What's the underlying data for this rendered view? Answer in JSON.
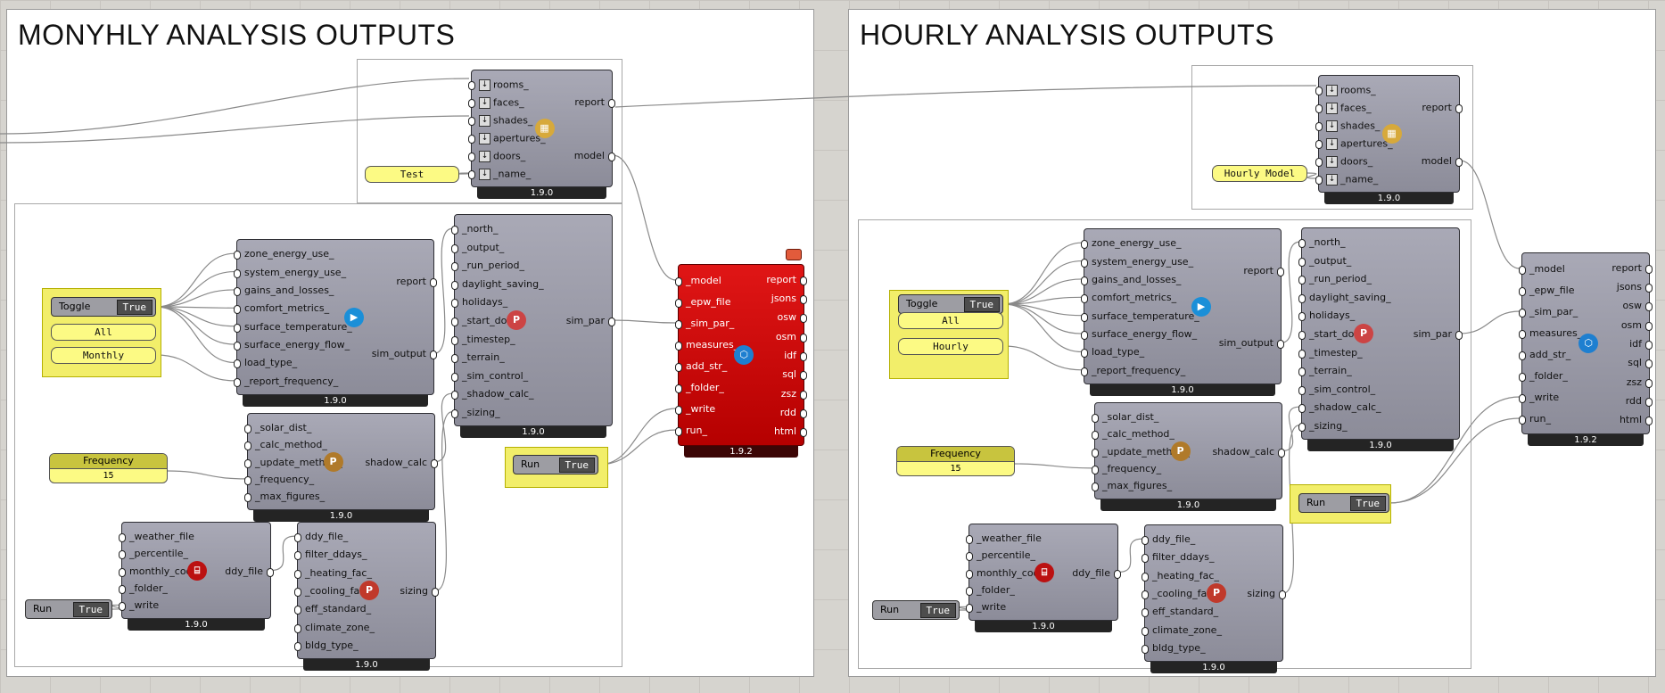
{
  "left": {
    "title": "MONYHLY ANALYSIS OUTPUTS",
    "model": {
      "inputs": [
        "rooms_",
        "faces_",
        "shades_",
        "apertures_",
        "doors_",
        "_name_"
      ],
      "outputs": [
        "report",
        "model"
      ],
      "version": "1.9.0"
    },
    "name_panel": "Test",
    "toggle": {
      "label": "Toggle",
      "value": "True"
    },
    "panel_all": "All",
    "panel_freq": "Monthly",
    "outputs_comp": {
      "inputs": [
        "zone_energy_use_",
        "system_energy_use_",
        "gains_and_losses_",
        "comfort_metrics_",
        "surface_temperature_",
        "surface_energy_flow_",
        "load_type_",
        "_report_frequency_"
      ],
      "outputs": [
        "report",
        "sim_output"
      ],
      "version": "1.9.0"
    },
    "simpar": {
      "inputs": [
        "_north_",
        "_output_",
        "_run_period_",
        "daylight_saving_",
        "holidays_",
        "_start_dow_",
        "_timestep_",
        "_terrain_",
        "_sim_control_",
        "_shadow_calc_",
        "_sizing_"
      ],
      "outputs": [
        "sim_par"
      ],
      "version": "1.9.0"
    },
    "shadow": {
      "inputs": [
        "_solar_dist_",
        "_calc_method_",
        "_update_method_",
        "_frequency_",
        "_max_figures_"
      ],
      "outputs": [
        "shadow_calc"
      ],
      "version": "1.9.0"
    },
    "slider": {
      "label": "Frequency",
      "value": "15"
    },
    "ddy": {
      "inputs": [
        "_weather_file",
        "_percentile_",
        "monthly_cool_",
        "_folder_",
        "_write"
      ],
      "outputs": [
        "ddy_file"
      ],
      "version": "1.9.0",
      "icon": "EPW DDY"
    },
    "sizing": {
      "inputs": [
        "ddy_file_",
        "filter_ddays_",
        "_heating_fac_",
        "_cooling_fac_",
        "eff_standard_",
        "climate_zone_",
        "bldg_type_"
      ],
      "outputs": [
        "sizing"
      ],
      "version": "1.9.0"
    },
    "run_ddy": {
      "label": "Run",
      "value": "True"
    },
    "run_os": {
      "label": "Run",
      "value": "True"
    },
    "os": {
      "inputs": [
        "_model",
        "_epw_file",
        "_sim_par_",
        "measures_",
        "add_str_",
        "_folder_",
        "_write",
        "run_"
      ],
      "outputs": [
        "report",
        "jsons",
        "osw",
        "osm",
        "idf",
        "sql",
        "zsz",
        "rdd",
        "html"
      ],
      "version": "1.9.2"
    }
  },
  "right": {
    "title": "HOURLY ANALYSIS OUTPUTS",
    "model": {
      "inputs": [
        "rooms_",
        "faces_",
        "shades_",
        "apertures_",
        "doors_",
        "_name_"
      ],
      "outputs": [
        "report",
        "model"
      ],
      "version": "1.9.0"
    },
    "name_panel": "Hourly Model",
    "toggle": {
      "label": "Toggle",
      "value": "True"
    },
    "panel_all": "All",
    "panel_freq": "Hourly",
    "outputs_comp": {
      "inputs": [
        "zone_energy_use_",
        "system_energy_use_",
        "gains_and_losses_",
        "comfort_metrics_",
        "surface_temperature_",
        "surface_energy_flow_",
        "load_type_",
        "_report_frequency_"
      ],
      "outputs": [
        "report",
        "sim_output"
      ],
      "version": "1.9.0"
    },
    "simpar": {
      "inputs": [
        "_north_",
        "_output_",
        "_run_period_",
        "daylight_saving_",
        "holidays_",
        "_start_dow_",
        "_timestep_",
        "_terrain_",
        "_sim_control_",
        "_shadow_calc_",
        "_sizing_"
      ],
      "outputs": [
        "sim_par"
      ],
      "version": "1.9.0"
    },
    "shadow": {
      "inputs": [
        "_solar_dist_",
        "_calc_method_",
        "_update_method_",
        "_frequency_",
        "_max_figures_"
      ],
      "outputs": [
        "shadow_calc"
      ],
      "version": "1.9.0"
    },
    "slider": {
      "label": "Frequency",
      "value": "15"
    },
    "ddy": {
      "inputs": [
        "_weather_file",
        "_percentile_",
        "monthly_cool_",
        "_folder_",
        "_write"
      ],
      "outputs": [
        "ddy_file"
      ],
      "version": "1.9.0",
      "icon": "EPW DDY"
    },
    "sizing": {
      "inputs": [
        "ddy_file_",
        "filter_ddays_",
        "_heating_fac_",
        "_cooling_fac_",
        "eff_standard_",
        "climate_zone_",
        "bldg_type_"
      ],
      "outputs": [
        "sizing"
      ],
      "version": "1.9.0"
    },
    "run_ddy": {
      "label": "Run",
      "value": "True"
    },
    "run_os": {
      "label": "Run",
      "value": "True"
    },
    "os": {
      "inputs": [
        "_model",
        "_epw_file",
        "_sim_par_",
        "measures_",
        "add_str_",
        "_folder_",
        "_write",
        "run_"
      ],
      "outputs": [
        "report",
        "jsons",
        "osw",
        "osm",
        "idf",
        "sql",
        "zsz",
        "rdd",
        "html"
      ],
      "version": "1.9.2"
    }
  }
}
